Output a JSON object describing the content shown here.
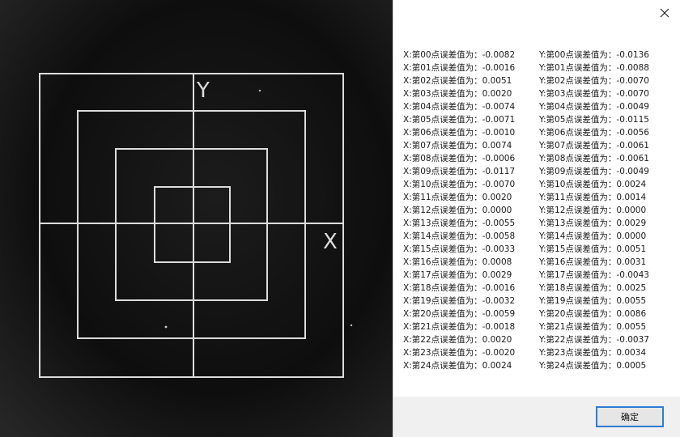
{
  "camera": {
    "y_axis_label": "Y",
    "x_axis_label": "X"
  },
  "dialog": {
    "close_icon": "close-icon",
    "ok_label": "确定",
    "x_errors": [
      "X:第00点误差值为：-0.0082",
      "X:第01点误差值为：-0.0016",
      "X:第02点误差值为：0.0051",
      "X:第03点误差值为：0.0020",
      "X:第04点误差值为：-0.0074",
      "X:第05点误差值为：-0.0071",
      "X:第06点误差值为：-0.0010",
      "X:第07点误差值为：0.0074",
      "X:第08点误差值为：-0.0006",
      "X:第09点误差值为：-0.0117",
      "X:第10点误差值为：-0.0070",
      "X:第11点误差值为：0.0020",
      "X:第12点误差值为：0.0000",
      "X:第13点误差值为：-0.0055",
      "X:第14点误差值为：-0.0058",
      "X:第15点误差值为：-0.0033",
      "X:第16点误差值为：0.0008",
      "X:第17点误差值为：0.0029",
      "X:第18点误差值为：-0.0016",
      "X:第19点误差值为：-0.0032",
      "X:第20点误差值为：-0.0059",
      "X:第21点误差值为：-0.0018",
      "X:第22点误差值为：0.0020",
      "X:第23点误差值为：-0.0020",
      "X:第24点误差值为：0.0024"
    ],
    "y_errors": [
      "Y:第00点误差值为：-0.0136",
      "Y:第01点误差值为：-0.0088",
      "Y:第02点误差值为：-0.0070",
      "Y:第03点误差值为：-0.0070",
      "Y:第04点误差值为：-0.0049",
      "Y:第05点误差值为：-0.0115",
      "Y:第06点误差值为：-0.0056",
      "Y:第07点误差值为：-0.0061",
      "Y:第08点误差值为：-0.0061",
      "Y:第09点误差值为：-0.0049",
      "Y:第10点误差值为：0.0024",
      "Y:第11点误差值为：0.0014",
      "Y:第12点误差值为：0.0000",
      "Y:第13点误差值为：0.0029",
      "Y:第14点误差值为：0.0000",
      "Y:第15点误差值为：0.0051",
      "Y:第16点误差值为：0.0031",
      "Y:第17点误差值为：-0.0043",
      "Y:第18点误差值为：0.0025",
      "Y:第19点误差值为：0.0055",
      "Y:第20点误差值为：0.0086",
      "Y:第21点误差值为：0.0055",
      "Y:第22点误差值为：-0.0037",
      "Y:第23点误差值为：0.0034",
      "Y:第24点误差值为：0.0005"
    ]
  }
}
